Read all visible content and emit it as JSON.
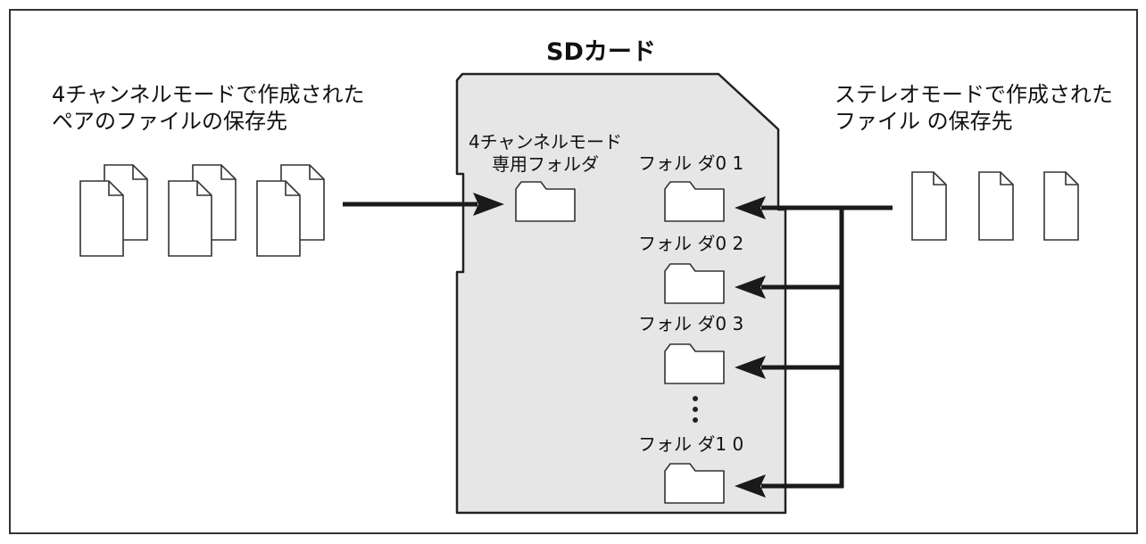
{
  "diagram": {
    "card_title": "SDカード",
    "left_caption": [
      "4チャンネルモードで作成された",
      "ペアのファイルの保存先"
    ],
    "right_caption": [
      "ステレオモードで作成された",
      "ファイル の保存先"
    ],
    "dedicated_folder_label": [
      "4チャンネルモード",
      "専用フォルダ"
    ],
    "folders": [
      "フォル ダ0 1",
      "フォル ダ0 2",
      "フォル ダ0 3",
      "フォル ダ1 0"
    ],
    "colors": {
      "card_fill": "#e6e6e6",
      "stroke": "#222222",
      "line": "#1a1a1a"
    }
  }
}
